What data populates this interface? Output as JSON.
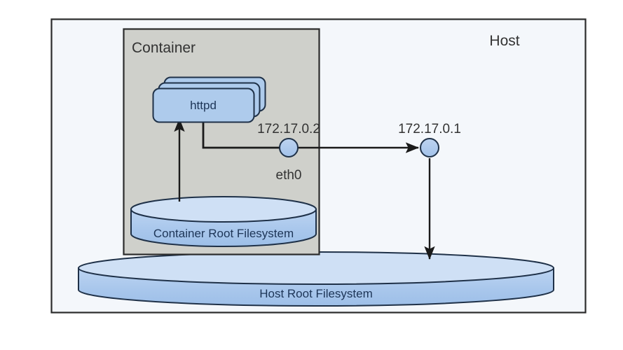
{
  "diagram": {
    "title_host": "Host",
    "title_container": "Container",
    "colors": {
      "host_fill": "#f4f7fb",
      "host_stroke": "#2b2b2b",
      "container_fill": "#cfd0cb",
      "container_stroke": "#2b2b2b",
      "process_fill": "#aecbec",
      "process_stroke": "#1f3148",
      "cylinder_top_fill": "#cfe0f5",
      "cylinder_body_fill": "#a9c7ec",
      "cylinder_stroke": "#1f3148",
      "node_fill": "#aecbec",
      "node_stroke": "#1f3148",
      "arrow_stroke": "#1a1a1a",
      "text": "#333333",
      "text_dark_blue": "#1d3557"
    },
    "host": {
      "label": "Host",
      "interface": {
        "ip": "172.17.0.1",
        "name": "host-bridge-node"
      },
      "filesystem": {
        "label": "Host Root Filesystem"
      }
    },
    "container": {
      "label": "Container",
      "process": {
        "label": "httpd",
        "stack_count": 3
      },
      "interface": {
        "ip": "172.17.0.2",
        "name": "eth0"
      },
      "filesystem": {
        "label": "Container Root Filesystem"
      }
    },
    "connections": [
      {
        "name": "httpd-to-eth0",
        "from": "httpd",
        "to": "eth0",
        "arrow": false
      },
      {
        "name": "container-fs-to-httpd",
        "from": "Container Root Filesystem",
        "to": "httpd",
        "arrow": true
      },
      {
        "name": "eth0-to-host-interface",
        "from": "eth0",
        "to": "172.17.0.1",
        "arrow": true
      },
      {
        "name": "host-interface-to-host-fs",
        "from": "172.17.0.1",
        "to": "Host Root Filesystem",
        "arrow": true
      }
    ]
  }
}
